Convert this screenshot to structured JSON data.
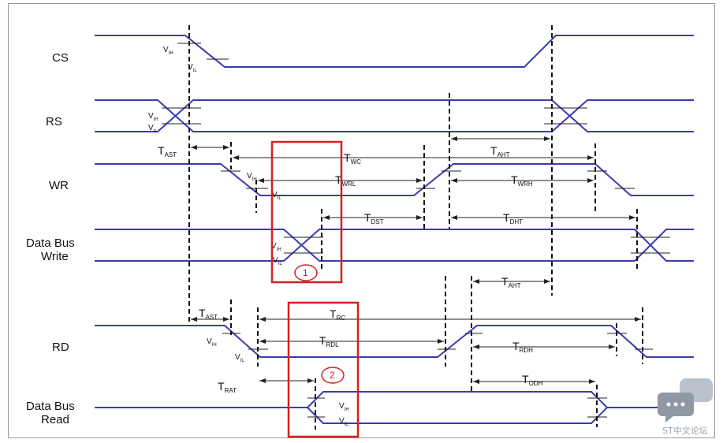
{
  "signals": {
    "cs": "CS",
    "rs": "RS",
    "wr": "WR",
    "dbw_1": "Data Bus",
    "dbw_2": "Write",
    "rd": "RD",
    "dbr_1": "Data Bus",
    "dbr_2": "Read"
  },
  "thresholds": {
    "v": "V",
    "ih": "IH",
    "il": "IL"
  },
  "timing": {
    "t": "T",
    "ast": "AST",
    "wc": "WC",
    "wrl": "WRL",
    "aht": "AHT",
    "wrh": "WRH",
    "dst": "DST",
    "dht": "DHT",
    "rc": "RC",
    "rdl": "RDL",
    "rdh": "RDH",
    "rat": "RAT",
    "odh": "ODH"
  },
  "callouts": {
    "one": "1",
    "two": "2"
  },
  "watermark": "ST中文论坛",
  "colors": {
    "signal": "#3b3bb0",
    "highlight": "#d42020",
    "watermark": "#9aa3ad"
  }
}
